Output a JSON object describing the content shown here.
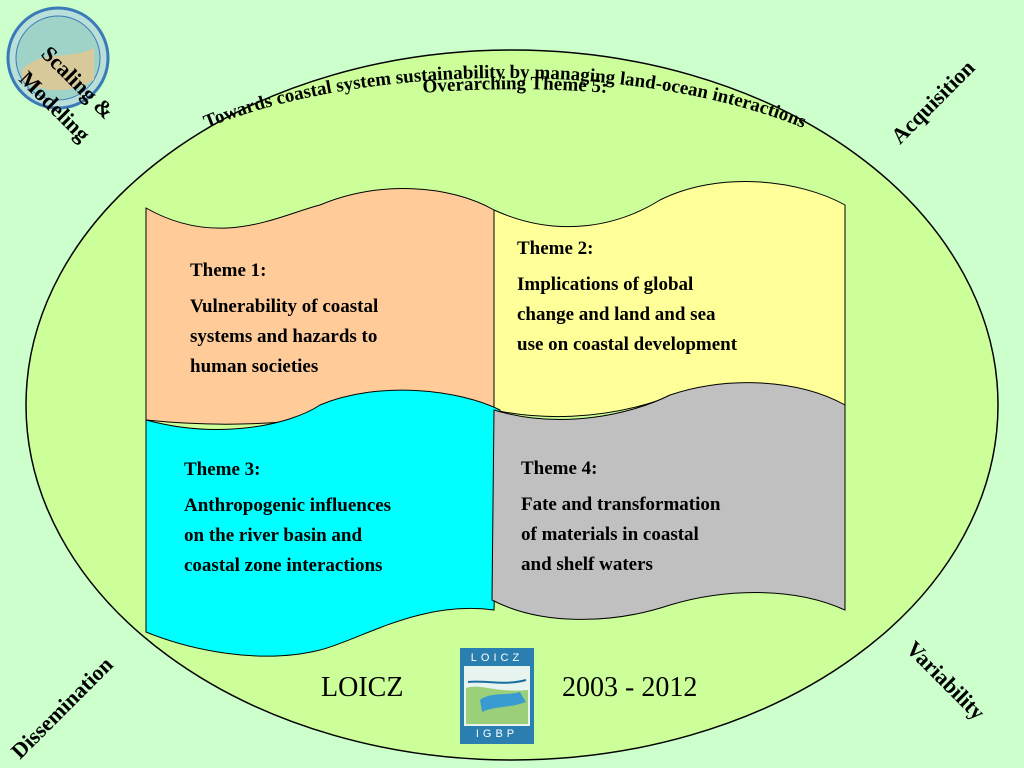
{
  "overarching": {
    "line1": "Overarching Theme 5:",
    "line2": "Towards coastal system sustainability by managing land-ocean interactions"
  },
  "corners": {
    "top_left_1": "Scaling &",
    "top_left_2": "Modeling",
    "top_right": "Acquisition",
    "bottom_left": "Dissemination",
    "bottom_right": "Variability"
  },
  "themes": [
    {
      "title": "Theme 1:",
      "lines": [
        "Vulnerability of coastal",
        "systems and hazards to",
        "human societies"
      ],
      "color": "#ffcc99"
    },
    {
      "title": "Theme 2:",
      "lines": [
        "Implications of global",
        "change and land and sea",
        "use on coastal development"
      ],
      "color": "#ffff99"
    },
    {
      "title": "Theme 3:",
      "lines": [
        "Anthropogenic influences",
        "on the river basin and",
        "coastal zone interactions"
      ],
      "color": "#00ffff"
    },
    {
      "title": "Theme 4:",
      "lines": [
        "Fate and transformation",
        "of materials in coastal",
        "and shelf waters"
      ],
      "color": "#c0c0c0"
    }
  ],
  "footer": {
    "left": "LOICZ",
    "right": "2003 - 2012",
    "logo_top": "LOICZ",
    "logo_bottom": "IGBP"
  },
  "colors": {
    "background": "#ccffcc",
    "ellipse": "#ccff99"
  }
}
